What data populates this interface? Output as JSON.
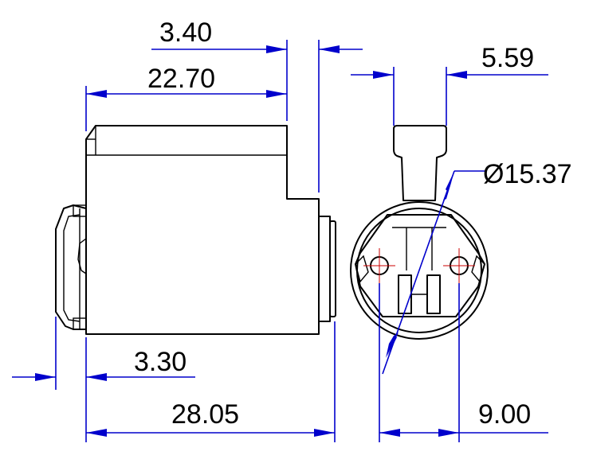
{
  "dimensions": {
    "flange_offset": "3.40",
    "body_length": "22.70",
    "key_width": "5.59",
    "diameter": "Ø15.37",
    "tailpiece_length": "3.30",
    "overall_length": "28.05",
    "pin_spacing": "9.00"
  },
  "colors": {
    "outline": "#000000",
    "dimension_lines": "#0000cc",
    "centerlines": "#cc0000",
    "background": "#ffffff"
  }
}
